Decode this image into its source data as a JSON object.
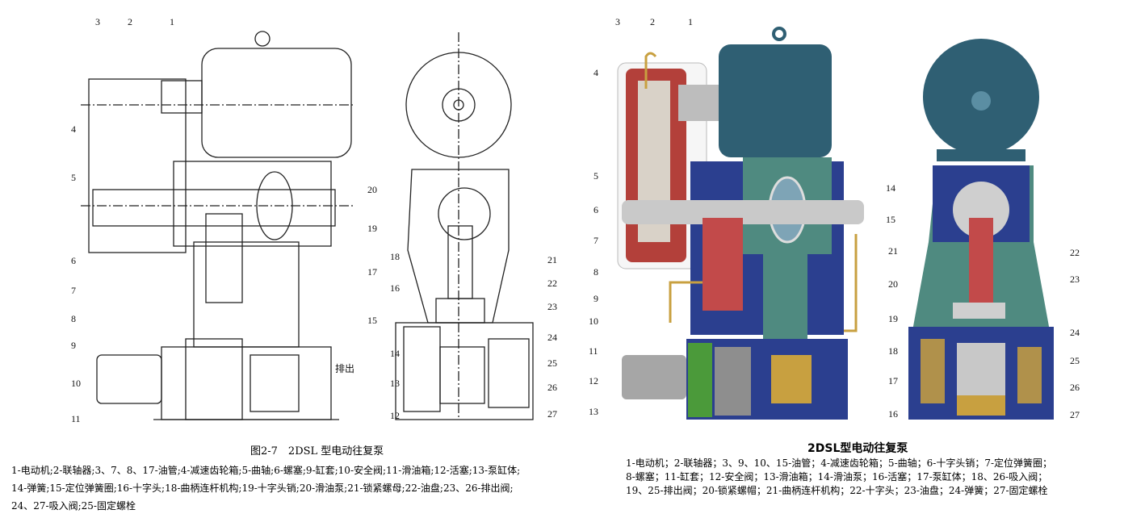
{
  "left_figure": {
    "caption": "图2-7　2DSL 型电动往复泵",
    "discharge_label": "排出",
    "callouts": [
      "1",
      "2",
      "3",
      "4",
      "5",
      "6",
      "7",
      "8",
      "9",
      "10",
      "11",
      "20",
      "19",
      "17",
      "15",
      "18",
      "16",
      "14",
      "13",
      "12",
      "21",
      "22",
      "23",
      "24",
      "25",
      "26",
      "27"
    ],
    "legend": [
      "1-电动机;2-联轴器;3、7、8、17-油管;4-减速齿轮箱;5-曲轴;6-螺塞;9-缸套;10-安全阀;11-滑油箱;12-活塞;13-泵缸体;",
      "14-弹簧;15-定位弹簧圈;16-十字头;18-曲柄连杆机构;19-十字头销;20-滑油泵;21-锁紧螺母;22-油盘;23、26-排出阀;",
      "24、27-吸入阀;25-固定螺栓"
    ]
  },
  "right_figure": {
    "caption": "2DSL型电动往复泵",
    "callouts": [
      "3",
      "2",
      "1",
      "4",
      "5",
      "6",
      "7",
      "8",
      "9",
      "10",
      "11",
      "12",
      "13",
      "14",
      "15",
      "21",
      "20",
      "19",
      "18",
      "17",
      "16",
      "22",
      "23",
      "24",
      "25",
      "26",
      "27"
    ],
    "legend": [
      "1-电动机；2-联轴器；3、9、10、15-油管；4-减速齿轮箱；5-曲轴；6-十字头销；7-定位弹簧圈；",
      "8-螺塞；11-缸套；12-安全阀；13-滑油箱；14-滑油泵；16-活塞；17-泵缸体；18、26-吸入阀；",
      "19、25-排出阀；20-锁紧螺帽；21-曲柄连杆机构；22-十字头；23-油盘；24-弹簧；27-固定螺栓"
    ],
    "colors": {
      "motor": "#2f5f73",
      "casing": "#2b3f8f",
      "frame": "#4f8a80",
      "gearbox": "#b3403a",
      "brass": "#c8a040"
    }
  }
}
